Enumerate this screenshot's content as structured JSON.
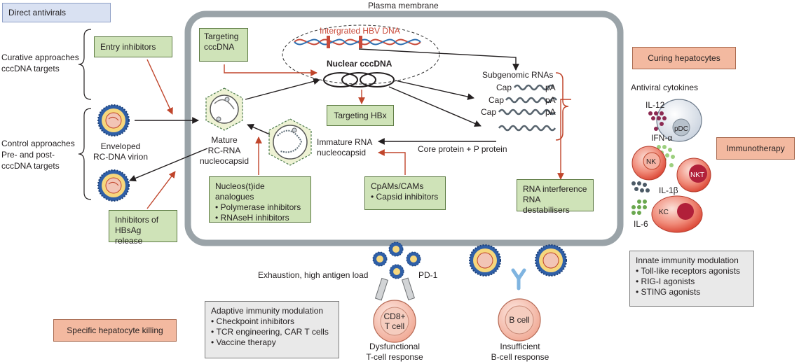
{
  "plasma_membrane": "Plasma membrane",
  "integrated_hbv_dna": "Intergrated HBV DNA",
  "nuclear_cccdna": "Nuclear cccDNA",
  "subgenomic_rnas": {
    "title": "Subgenomic RNAs",
    "rows": [
      {
        "left": "Cap",
        "right": "pA"
      },
      {
        "left": "Cap",
        "right": "pA"
      },
      {
        "left": "Cap",
        "right": "pA"
      }
    ]
  },
  "core_protein": "Core protein + P protein",
  "immature_rna": [
    "Immature RNA",
    "nucleocapsid"
  ],
  "mature_rc_rna": [
    "Mature",
    "RC-RNA",
    "nucleocapsid"
  ],
  "enveloped_virion": [
    "Enveloped",
    "RC-DNA virion"
  ],
  "left_groups": {
    "curative": [
      "Curative approaches",
      "cccDNA targets"
    ],
    "control": [
      "Control approaches",
      "Pre- and post-",
      "cccDNA targets"
    ]
  },
  "boxes": {
    "direct_antivirals": "Direct antivirals",
    "entry_inhibitors": "Entry inhibitors",
    "targeting_cccdna": [
      "Targeting",
      "cccDNA"
    ],
    "targeting_hbx": "Targeting HBx",
    "hbsag_release": [
      "Inhibitors of",
      "HBsAg release"
    ],
    "nucleos": {
      "title": "Nucleos(t)ide analogues",
      "items": [
        "Polymerase inhibitors",
        "RNAseH inhibitors"
      ]
    },
    "cpams": {
      "title": "CpAMs/CAMs",
      "items": [
        "Capsid inhibitors"
      ]
    },
    "rnai": [
      "RNA interference",
      "RNA destabilisers"
    ],
    "curing_hepatocytes": "Curing hepatocytes",
    "immunotherapy": "Immunotherapy",
    "innate": {
      "title": "Innate immunity modulation",
      "items": [
        "Toll-like receptors agonists",
        "RIG-I agonists",
        "STING agonists"
      ]
    },
    "adaptive": {
      "title": "Adaptive immunity modulation",
      "items": [
        "Checkpoint inhibitors",
        "TCR engineering, CAR T cells",
        "Vaccine therapy"
      ]
    },
    "specific_killing": "Specific hepatocyte killing"
  },
  "cytokines": {
    "title": "Antiviral cytokines",
    "il12": "IL-12",
    "ifna": "IFN-α",
    "il1b": "IL-1β",
    "il6": "IL-6"
  },
  "cells": {
    "pdc": "pDC",
    "nk": "NK",
    "nkt": "NKT",
    "kc": "KC",
    "b_cell": "B cell",
    "cd8": [
      "CD8+",
      "T cell"
    ]
  },
  "bottom": {
    "exhaustion": "Exhaustion, high antigen load",
    "pd1": "PD-1",
    "dysfunctional": [
      "Dysfunctional",
      "T-cell response"
    ],
    "insufficient": [
      "Insufficient",
      "B-cell response"
    ]
  },
  "colors": {
    "membrane": "#9aa3a8",
    "green_box": "#cfe3b8",
    "salmon_box": "#f3b9a0",
    "grey_box": "#e9e9e9",
    "blue_box": "#d9e1f2",
    "red_arrow": "#c0452b",
    "dna_red": "#c94a3a"
  }
}
